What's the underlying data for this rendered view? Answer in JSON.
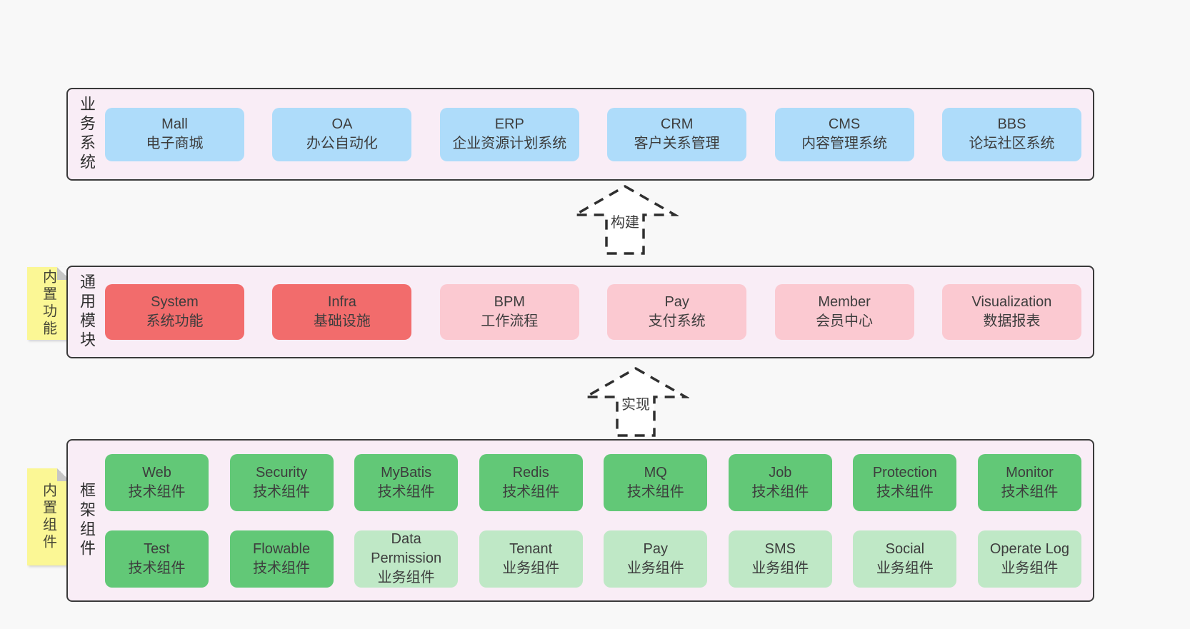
{
  "colors": {
    "page_bg": "#f8f8f8",
    "band_bg": "#f9edf6",
    "band_border": "#3a3a3a",
    "node_blue": "#aedcfa",
    "node_red": "#f26c6c",
    "node_pink": "#fbc9d1",
    "node_green_dark": "#62c877",
    "node_green_light": "#bfe8c6",
    "sticky_yellow": "#fbf795",
    "sticky_fold": "#c6c6c6",
    "text": "#3d3d3d"
  },
  "arrows": [
    {
      "label": "构建"
    },
    {
      "label": "实现"
    }
  ],
  "bands": [
    {
      "label": "业务系统",
      "boxes": [
        {
          "en": "Mall",
          "cn": "电子商城"
        },
        {
          "en": "OA",
          "cn": "办公自动化"
        },
        {
          "en": "ERP",
          "cn": "企业资源计划系统"
        },
        {
          "en": "CRM",
          "cn": "客户关系管理"
        },
        {
          "en": "CMS",
          "cn": "内容管理系统"
        },
        {
          "en": "BBS",
          "cn": "论坛社区系统"
        }
      ]
    },
    {
      "label": "通用模块",
      "sticky": "内置功能",
      "boxes": [
        {
          "en": "System",
          "cn": "系统功能"
        },
        {
          "en": "Infra",
          "cn": "基础设施"
        },
        {
          "en": "BPM",
          "cn": "工作流程"
        },
        {
          "en": "Pay",
          "cn": "支付系统"
        },
        {
          "en": "Member",
          "cn": "会员中心"
        },
        {
          "en": "Visualization",
          "cn": "数据报表"
        }
      ]
    },
    {
      "label": "框架组件",
      "sticky": "内置组件",
      "rows": [
        [
          {
            "en": "Web",
            "cn": "技术组件"
          },
          {
            "en": "Security",
            "cn": "技术组件"
          },
          {
            "en": "MyBatis",
            "cn": "技术组件"
          },
          {
            "en": "Redis",
            "cn": "技术组件"
          },
          {
            "en": "MQ",
            "cn": "技术组件"
          },
          {
            "en": "Job",
            "cn": "技术组件"
          },
          {
            "en": "Protection",
            "cn": "技术组件"
          },
          {
            "en": "Monitor",
            "cn": "技术组件"
          }
        ],
        [
          {
            "en": "Test",
            "cn": "技术组件"
          },
          {
            "en": "Flowable",
            "cn": "技术组件"
          },
          {
            "en": "Data Permission",
            "cn": "业务组件"
          },
          {
            "en": "Tenant",
            "cn": "业务组件"
          },
          {
            "en": "Pay",
            "cn": "业务组件"
          },
          {
            "en": "SMS",
            "cn": "业务组件"
          },
          {
            "en": "Social",
            "cn": "业务组件"
          },
          {
            "en": "Operate Log",
            "cn": "业务组件"
          }
        ]
      ]
    }
  ]
}
